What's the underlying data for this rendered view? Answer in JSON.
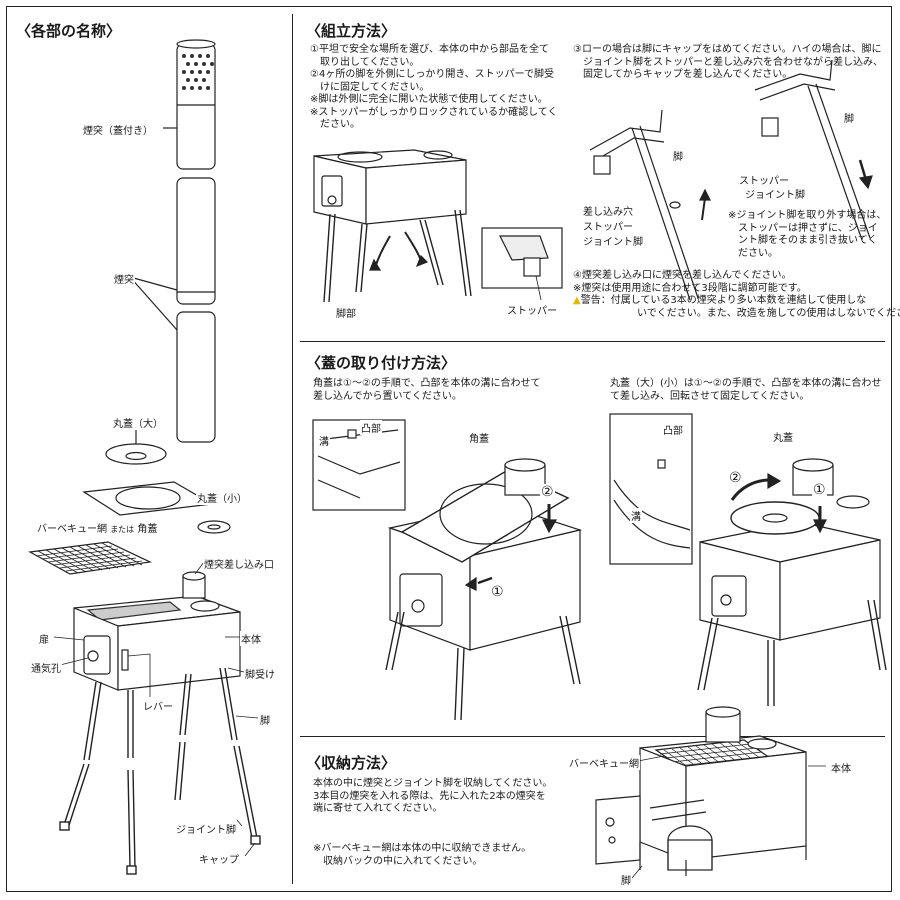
{
  "parts": {
    "title": "〈各部の名称〉",
    "chimney_lid": "煙突（蓋付き）",
    "chimney": "煙突",
    "round_lid_large": "丸蓋（大）",
    "round_lid_small": "丸蓋（小）",
    "bbq_net_or_square_lid_a": "バーベキュー網",
    "bbq_net_or_square_lid_or": "または",
    "bbq_net_or_square_lid_b": "角蓋",
    "chimney_inlet": "煙突差し込み口",
    "door": "扉",
    "body": "本体",
    "vent": "通気孔",
    "leg_holder": "脚受け",
    "lever": "レバー",
    "leg": "脚",
    "joint_leg": "ジョイント脚",
    "cap": "キャップ"
  },
  "assembly": {
    "title": "〈組立方法〉",
    "step1_lines": [
      "①平坦で安全な場所を選び、本体の中から部品を全て",
      "　取り出してください。"
    ],
    "step2_lines": [
      "②4ヶ所の脚を外側にしっかり開き、ストッパーで脚受",
      "　けに固定してください。"
    ],
    "note1": "※脚は外側に完全に開いた状態で使用してください。",
    "note2_lines": [
      "※ストッパーがしっかりロックされているか確認してく",
      "　ださい。"
    ],
    "step3_lines": [
      "③ローの場合は脚にキャップをはめてください。ハイの場合は、脚に",
      "　ジョイント脚をストッパーと差し込み穴を合わせながら差し込み、",
      "　固定してからキャップを差し込んでください。"
    ],
    "label_leg_left": "脚部",
    "label_stopper_left": "ストッパー",
    "label_leg_mid": "脚",
    "label_insert_hole": "差し込み穴",
    "label_stopper_mid": "ストッパー",
    "label_joint_leg_mid": "ジョイント脚",
    "label_leg_right": "脚",
    "label_stopper_right": "ストッパー",
    "label_joint_leg_right": "ジョイント脚",
    "remove_note_lines": [
      "※ジョイント脚を取り外す場合は、",
      "　ストッパーは押さずに、ジョイ",
      "　ント脚をそのまま引き抜いてく",
      "　ださい。"
    ],
    "step4": "④煙突差し込み口に煙突を差し込んでください。",
    "note3": "※煙突は使用用途に合わせて3段階に調節可能です。",
    "warning_lines": [
      "警告：付属している3本の煙突より多い本数を連結して使用しな",
      "いでください。また、改造を施しての使用はしないでください。"
    ]
  },
  "lid": {
    "title": "〈蓋の取り付け方法〉",
    "left_desc_lines": [
      "角蓋は①～②の手順で、凸部を本体の溝に合わせて",
      "差し込んでから置いてください。"
    ],
    "right_desc_lines": [
      "丸蓋（大）(小）は①～②の手順で、凸部を本体の溝に合わせ",
      "て差し込み、回転させて固定してください。"
    ],
    "groove_left": "溝",
    "convex_left": "凸部",
    "square_lid": "角蓋",
    "convex_right": "凸部",
    "round_lid": "丸蓋",
    "groove_right": "溝",
    "step_one": "①",
    "step_two": "②"
  },
  "storage": {
    "title": "〈収納方法〉",
    "desc_lines": [
      "本体の中に煙突とジョイント脚を収納してください。",
      "3本目の煙突を入れる際は、先に入れた2本の煙突を",
      "端に寄せて入れてください。"
    ],
    "note_lines": [
      "※バーベキュー網は本体の中に収納できません。",
      "　収納バックの中に入れてください。"
    ],
    "bbq_net": "バーベキュー網",
    "body": "本体",
    "leg": "脚"
  }
}
